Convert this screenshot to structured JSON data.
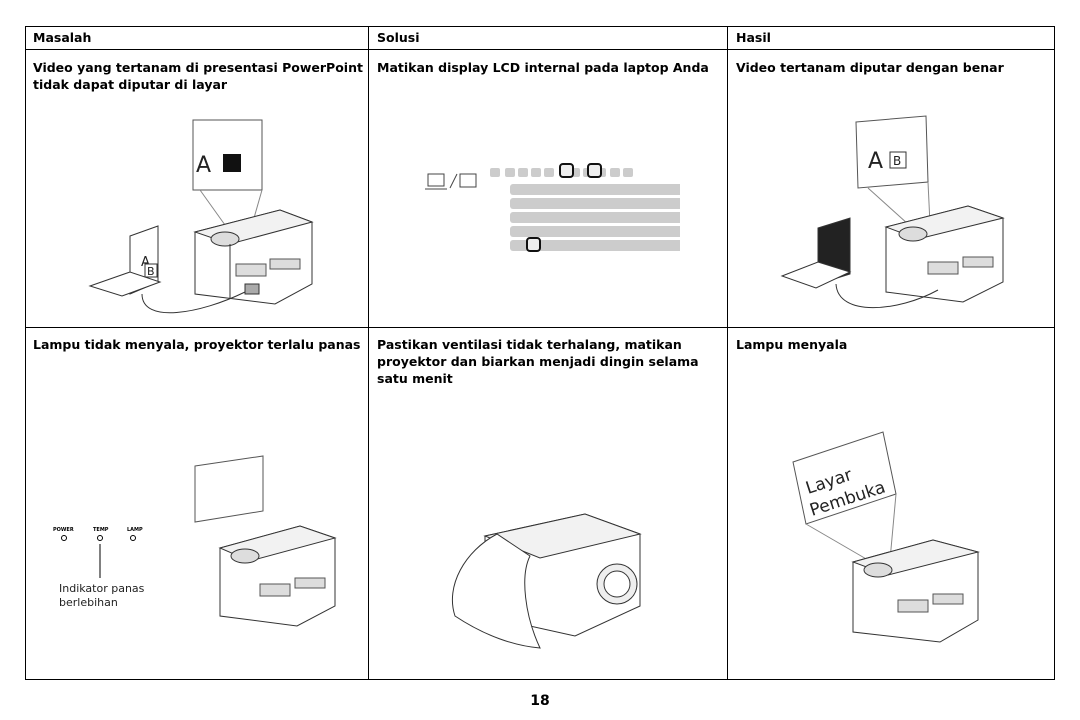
{
  "table": {
    "headers": [
      "Masalah",
      "Solusi",
      "Hasil"
    ],
    "rows": [
      {
        "problem": "Video yang tertanam di presentasi PowerPoint tidak dapat diputar di layar",
        "solution": "Matikan display LCD internal pada laptop Anda",
        "result": "Video tertanam diputar dengan benar"
      },
      {
        "problem": "Lampu tidak menyala, proyektor terlalu panas",
        "solution": "Pastikan ventilasi tidak terhalang, matikan proyektor dan biarkan menjadi dingin selama satu menit",
        "result": "Lampu menyala"
      }
    ]
  },
  "figures": {
    "screen_letter": "A",
    "box_letter": "B",
    "indicator_labels": [
      "POWER",
      "TEMP",
      "LAMP"
    ],
    "indicator_caption_1": "Indikator panas",
    "indicator_caption_2": "berlebihan",
    "screen_text_1": "Layar",
    "screen_text_2": "Pembuka"
  },
  "page_number": "18"
}
